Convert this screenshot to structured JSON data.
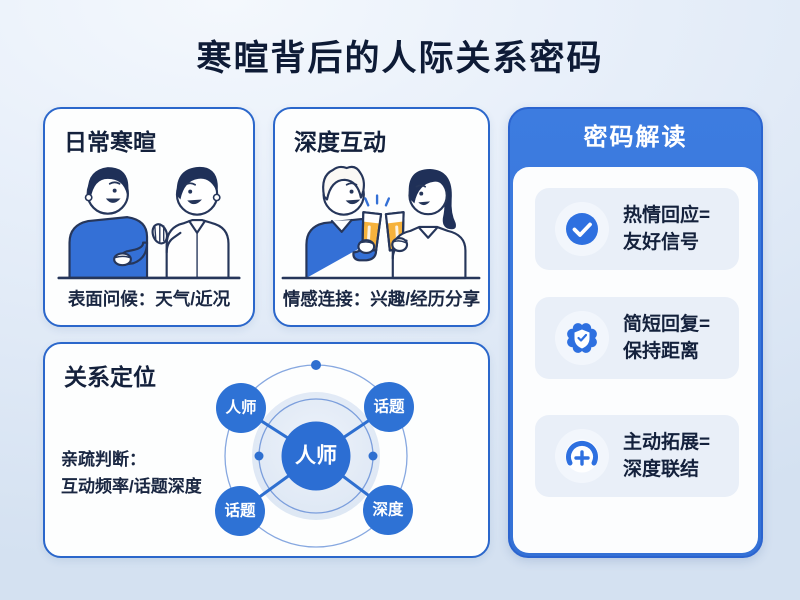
{
  "title": "寒暄背后的人际关系密码",
  "cards": {
    "daily": {
      "title": "日常寒暄",
      "caption": "表面问候：天气/近况",
      "illustration": "two-men-chatting-illustration"
    },
    "deep": {
      "title": "深度互动",
      "caption": "情感连接：兴趣/经历分享",
      "illustration": "man-woman-toasting-beer-illustration"
    },
    "relation": {
      "title": "关系定位",
      "note_line1": "亲疏判断：",
      "note_line2": "互动频率/话题深度",
      "diagram": {
        "type": "hub-and-spoke",
        "center": "人师",
        "satellites": [
          "人师",
          "话题",
          "话题",
          "深度"
        ]
      }
    }
  },
  "panel": {
    "header": "密码解读",
    "items": [
      {
        "icon": "check-circle-icon",
        "line1": "热情回应=",
        "line2": "友好信号"
      },
      {
        "icon": "badge-check-icon",
        "line1": "简短回复=",
        "line2": "保持距离"
      },
      {
        "icon": "expand-plus-icon",
        "line1": "主动拓展=",
        "line2": "深度联结"
      }
    ]
  },
  "colors": {
    "accent_blue": "#2e70d6",
    "panel_blue": "#3877dd",
    "card_border": "#2b67cb",
    "title_color": "#0e1b36",
    "line_navy": "#26365a",
    "beer_amber": "#f6b23c",
    "box_fill": "#e9eff8",
    "background": "#e0eaf6"
  }
}
